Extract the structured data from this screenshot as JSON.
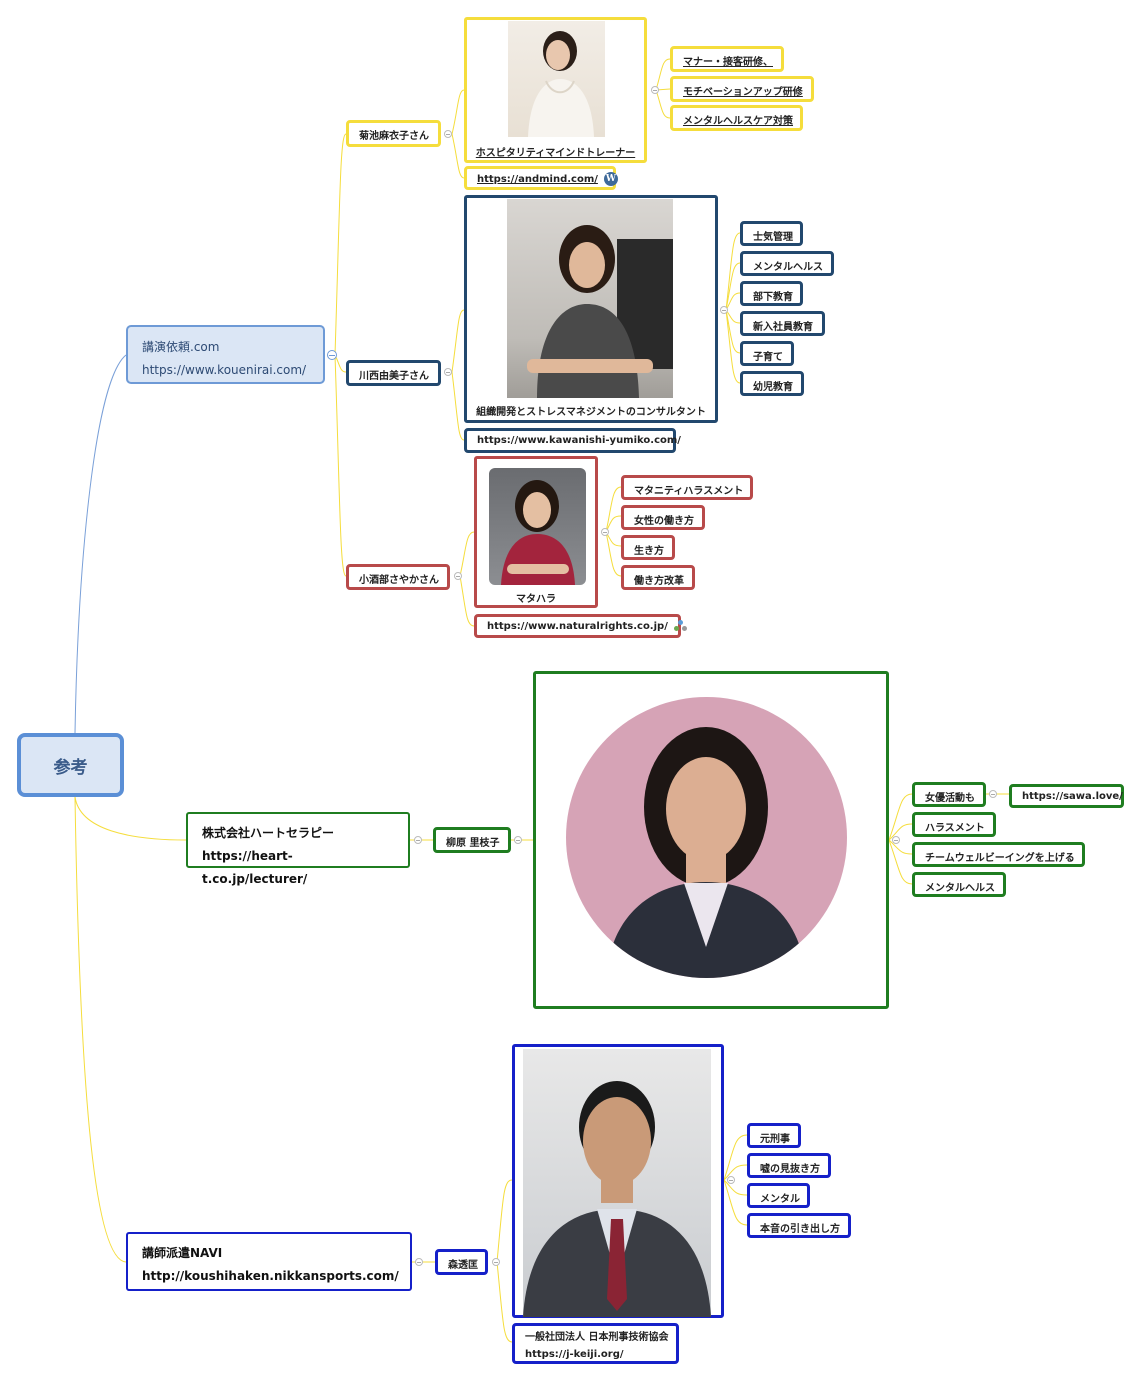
{
  "root": {
    "label": "参考"
  },
  "koenirai": {
    "name": "講演依頼.com",
    "url": "https://www.kouenirai.com/",
    "speakers": [
      {
        "name": "菊池麻衣子さん",
        "title": "ホスピタリティマインドトレーナー",
        "url": "https://andmind.com/",
        "url_icon": "wordpress-icon",
        "topics": [
          "マナー・接客研修、",
          "モチベーションアップ研修",
          "メンタルヘルスケア対策"
        ],
        "color": "#f5dd3c"
      },
      {
        "name": "川西由美子さん",
        "title": "組織開発とストレスマネジメントのコンサルタント",
        "url": "https://www.kawanishi-yumiko.com/",
        "topics": [
          "士気管理",
          "メンタルヘルス",
          "部下教育",
          "新入社員教育",
          "子育て",
          "幼児教育"
        ],
        "color": "#22486e"
      },
      {
        "name": "小酒部さやかさん",
        "title": "マタハラ",
        "url": "https://www.naturalrights.co.jp/",
        "url_icon": "site-favicon-icon",
        "topics": [
          "マタニティハラスメント",
          "女性の働き方",
          "生き方",
          "働き方改革"
        ],
        "color": "#b84a4a"
      }
    ]
  },
  "heart": {
    "name": "株式会社ハートセラピー",
    "url": "https://heart-t.co.jp/lecturer/",
    "speaker": "柳原 里枝子",
    "topics": [
      "女優活動も",
      "ハラスメント",
      "チームウェルビーイングを上げる",
      "メンタルヘルス"
    ],
    "topic_link": "https://sawa.love/",
    "color": "#1f7d20"
  },
  "navi": {
    "name": "講師派遣NAVI",
    "url": "http://koushihaken.nikkansports.com/",
    "speaker": "森透匡",
    "org_line1": "一般社団法人 日本刑事技術協会",
    "org_line2": "https://j-keiji.org/",
    "topics": [
      "元刑事",
      "嘘の見抜き方",
      "メンタル",
      "本音の引き出し方"
    ],
    "color": "#1520c9"
  }
}
